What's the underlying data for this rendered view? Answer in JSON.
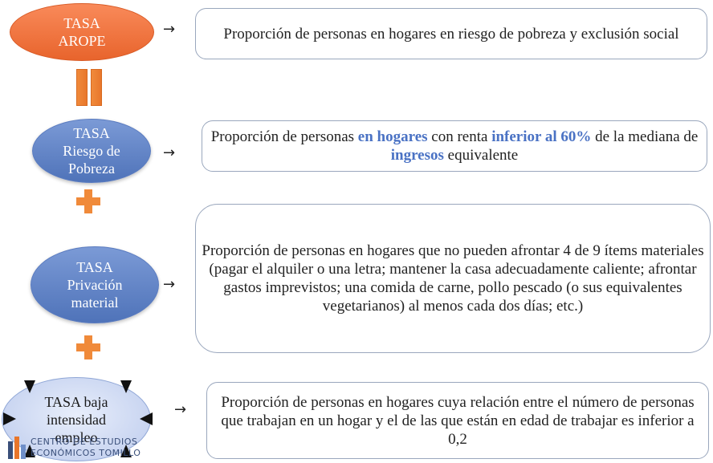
{
  "ovals": {
    "arope": {
      "line1": "TASA",
      "line2": "AROPE"
    },
    "pobreza": {
      "line1": "TASA",
      "line2": "Riesgo de",
      "line3": "Pobreza"
    },
    "privacion": {
      "line1": "TASA",
      "line2": "Privación",
      "line3": "material"
    },
    "empleo": {
      "line1": "TASA baja",
      "line2": "intensidad",
      "line3": "empleo"
    }
  },
  "arrow": "→",
  "boxes": {
    "arope": "Proporción de personas en hogares en riesgo de pobreza y exclusión social",
    "pobreza": {
      "t1": "Proporción de personas ",
      "h1": "en hogares",
      "t2": " con renta ",
      "h2": "inferior al 60%",
      "t3": " de la mediana de ",
      "h3": "ingresos",
      "t4": " equivalente"
    },
    "privacion": "Proporción de personas en hogares que no pueden afrontar 4 de 9 ítems materiales (pagar el alquiler o una letra; mantener la casa adecuadamente caliente; afrontar gastos imprevistos; una comida de carne, pollo pescado (o sus equivalentes vegetarianos) al menos cada dos días; etc.)",
    "empleo": "Proporción de personas en hogares cuya relación entre el número de personas que trabajan en un hogar y el de las que están en edad de trabajar es inferior a 0,2"
  },
  "logo": {
    "line1": "CENTRO DE ESTUDIOS",
    "line2": "ECONÓMICOS TOMILLO"
  },
  "colors": {
    "orange": "#e8762b",
    "blue": "#4f73b9",
    "highlight": "#4a72c4"
  }
}
